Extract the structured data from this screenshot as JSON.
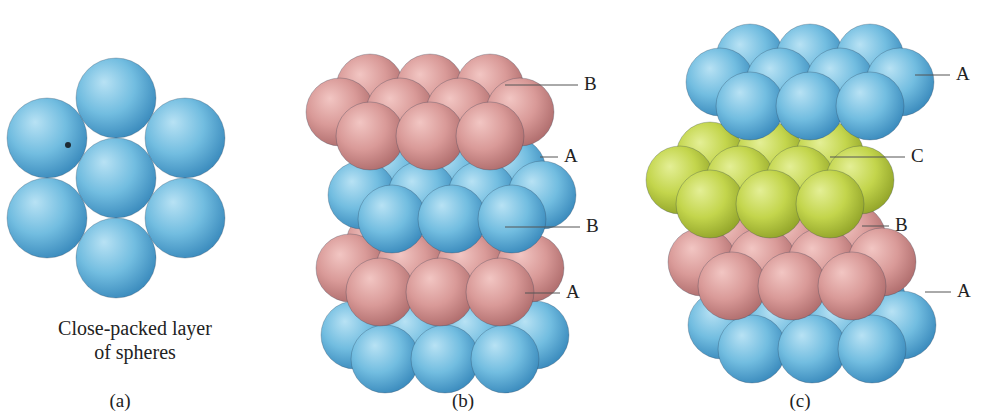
{
  "diagram": {
    "labels": [
      "Close-packed layer of spheres",
      "(a)",
      "B",
      "A",
      "B",
      "A",
      "(b)",
      "A",
      "C",
      "B",
      "A",
      "(c)"
    ]
  }
}
